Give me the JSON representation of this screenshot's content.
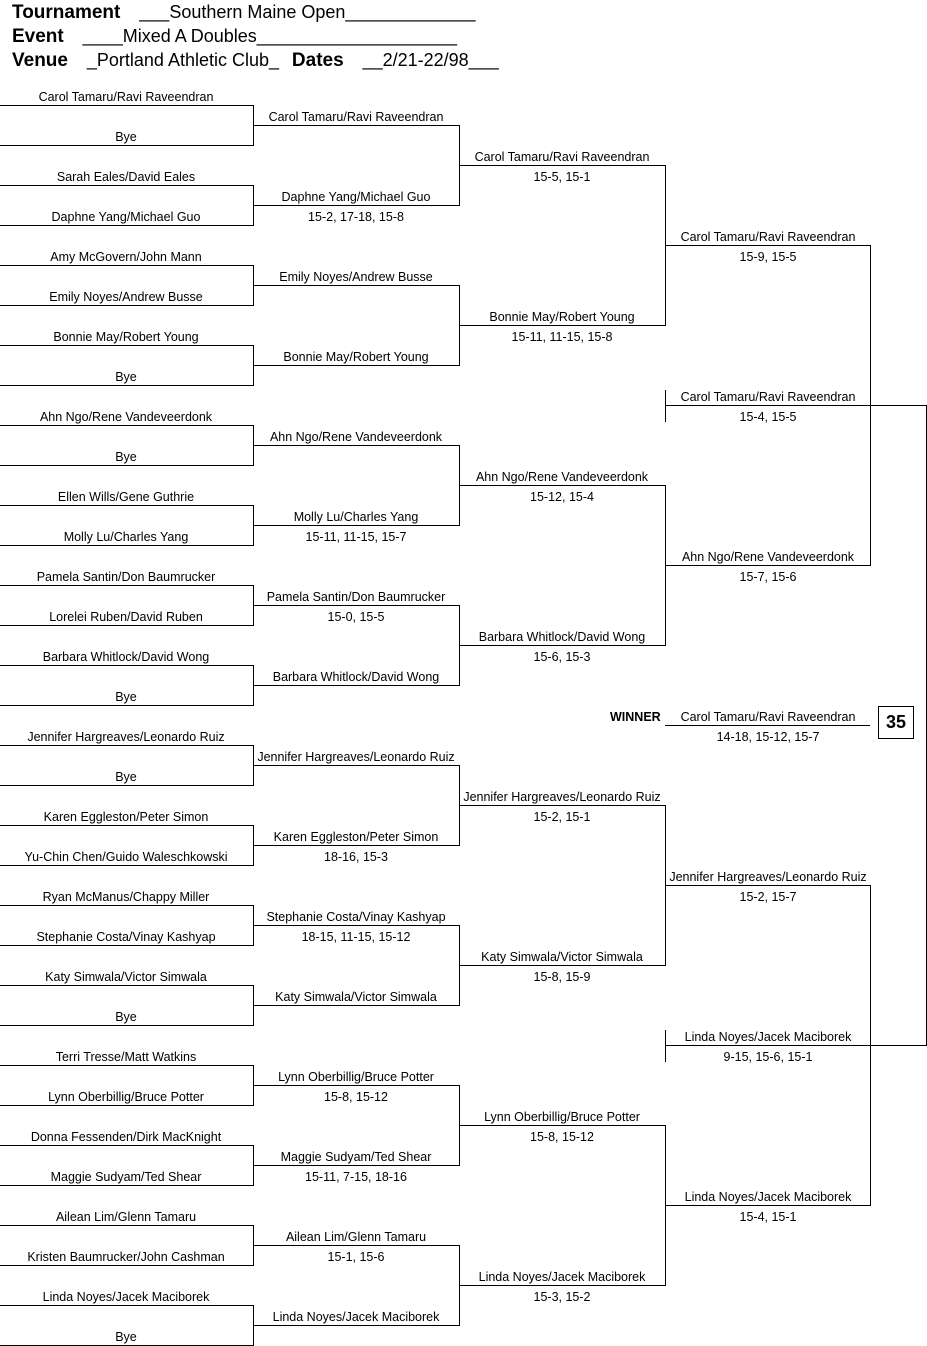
{
  "header": {
    "tournament_label": "Tournament",
    "tournament_value": "___Southern Maine Open_____________",
    "event_label": "Event",
    "event_value": "____Mixed A Doubles____________________",
    "venue_label": "Venue",
    "venue_value": "_Portland Athletic Club_",
    "dates_label": "Dates",
    "dates_value": "__2/21-22/98___"
  },
  "round1": [
    "Carol Tamaru/Ravi Raveendran",
    "Bye",
    "Sarah Eales/David Eales",
    "Daphne Yang/Michael Guo",
    "Amy McGovern/John Mann",
    "Emily Noyes/Andrew Busse",
    "Bonnie May/Robert Young",
    "Bye",
    "Ahn Ngo/Rene Vandeveerdonk",
    "Bye",
    "Ellen Wills/Gene Guthrie",
    "Molly Lu/Charles Yang",
    "Pamela Santin/Don Baumrucker",
    "Lorelei Ruben/David Ruben",
    "Barbara Whitlock/David Wong",
    "Bye",
    "Jennifer Hargreaves/Leonardo Ruiz",
    "Bye",
    "Karen Eggleston/Peter Simon",
    "Yu-Chin Chen/Guido Waleschkowski",
    "Ryan McManus/Chappy Miller",
    "Stephanie Costa/Vinay Kashyap",
    "Katy Simwala/Victor Simwala",
    "Bye",
    "Terri Tresse/Matt Watkins",
    "Lynn Oberbillig/Bruce Potter",
    "Donna Fessenden/Dirk MacKnight",
    "Maggie Sudyam/Ted Shear",
    "Ailean Lim/Glenn Tamaru",
    "Kristen Baumrucker/John Cashman",
    "Linda Noyes/Jacek Maciborek",
    "Bye"
  ],
  "round2": [
    {
      "name": "Carol Tamaru/Ravi Raveendran",
      "score": ""
    },
    {
      "name": "Daphne Yang/Michael Guo",
      "score": "15-2, 17-18, 15-8"
    },
    {
      "name": "Emily Noyes/Andrew Busse",
      "score": ""
    },
    {
      "name": "Bonnie May/Robert Young",
      "score": ""
    },
    {
      "name": "Ahn Ngo/Rene Vandeveerdonk",
      "score": ""
    },
    {
      "name": "Molly Lu/Charles Yang",
      "score": "15-11, 11-15, 15-7"
    },
    {
      "name": "Pamela Santin/Don Baumrucker",
      "score": "15-0, 15-5"
    },
    {
      "name": "Barbara Whitlock/David Wong",
      "score": ""
    },
    {
      "name": "Jennifer Hargreaves/Leonardo Ruiz",
      "score": ""
    },
    {
      "name": "Karen Eggleston/Peter Simon",
      "score": "18-16, 15-3"
    },
    {
      "name": "Stephanie Costa/Vinay Kashyap",
      "score": "18-15, 11-15, 15-12"
    },
    {
      "name": "Katy Simwala/Victor Simwala",
      "score": ""
    },
    {
      "name": "Lynn Oberbillig/Bruce Potter",
      "score": "15-8, 15-12"
    },
    {
      "name": "Maggie Sudyam/Ted Shear",
      "score": "15-11, 7-15, 18-16"
    },
    {
      "name": "Ailean Lim/Glenn Tamaru",
      "score": "15-1, 15-6"
    },
    {
      "name": "Linda Noyes/Jacek Maciborek",
      "score": ""
    }
  ],
  "round3": [
    {
      "name": "Carol Tamaru/Ravi Raveendran",
      "score": "15-5, 15-1"
    },
    {
      "name": "Bonnie May/Robert Young",
      "score": "15-11, 11-15, 15-8"
    },
    {
      "name": "Ahn Ngo/Rene Vandeveerdonk",
      "score": "15-12, 15-4"
    },
    {
      "name": "Barbara Whitlock/David Wong",
      "score": "15-6, 15-3"
    },
    {
      "name": "Jennifer Hargreaves/Leonardo Ruiz",
      "score": "15-2, 15-1"
    },
    {
      "name": "Katy Simwala/Victor Simwala",
      "score": "15-8, 15-9"
    },
    {
      "name": "Lynn Oberbillig/Bruce Potter",
      "score": "15-8, 15-12"
    },
    {
      "name": "Linda Noyes/Jacek Maciborek",
      "score": "15-3, 15-2"
    }
  ],
  "round4": [
    {
      "name": "Carol Tamaru/Ravi Raveendran",
      "score": "15-9, 15-5"
    },
    {
      "name": "Ahn Ngo/Rene Vandeveerdonk",
      "score": "15-7, 15-6"
    },
    {
      "name": "Jennifer Hargreaves/Leonardo Ruiz",
      "score": "15-2, 15-7"
    },
    {
      "name": "Linda Noyes/Jacek Maciborek",
      "score": "15-4, 15-1"
    }
  ],
  "round5": [
    {
      "name": "Carol Tamaru/Ravi Raveendran",
      "score": "15-4, 15-5"
    },
    {
      "name": "Linda Noyes/Jacek Maciborek",
      "score": "9-15, 15-6, 15-1"
    }
  ],
  "final": {
    "winner_label": "WINNER",
    "name": "Carol Tamaru/Ravi Raveendran",
    "score": "14-18, 15-12, 15-7",
    "box_value": "35"
  }
}
